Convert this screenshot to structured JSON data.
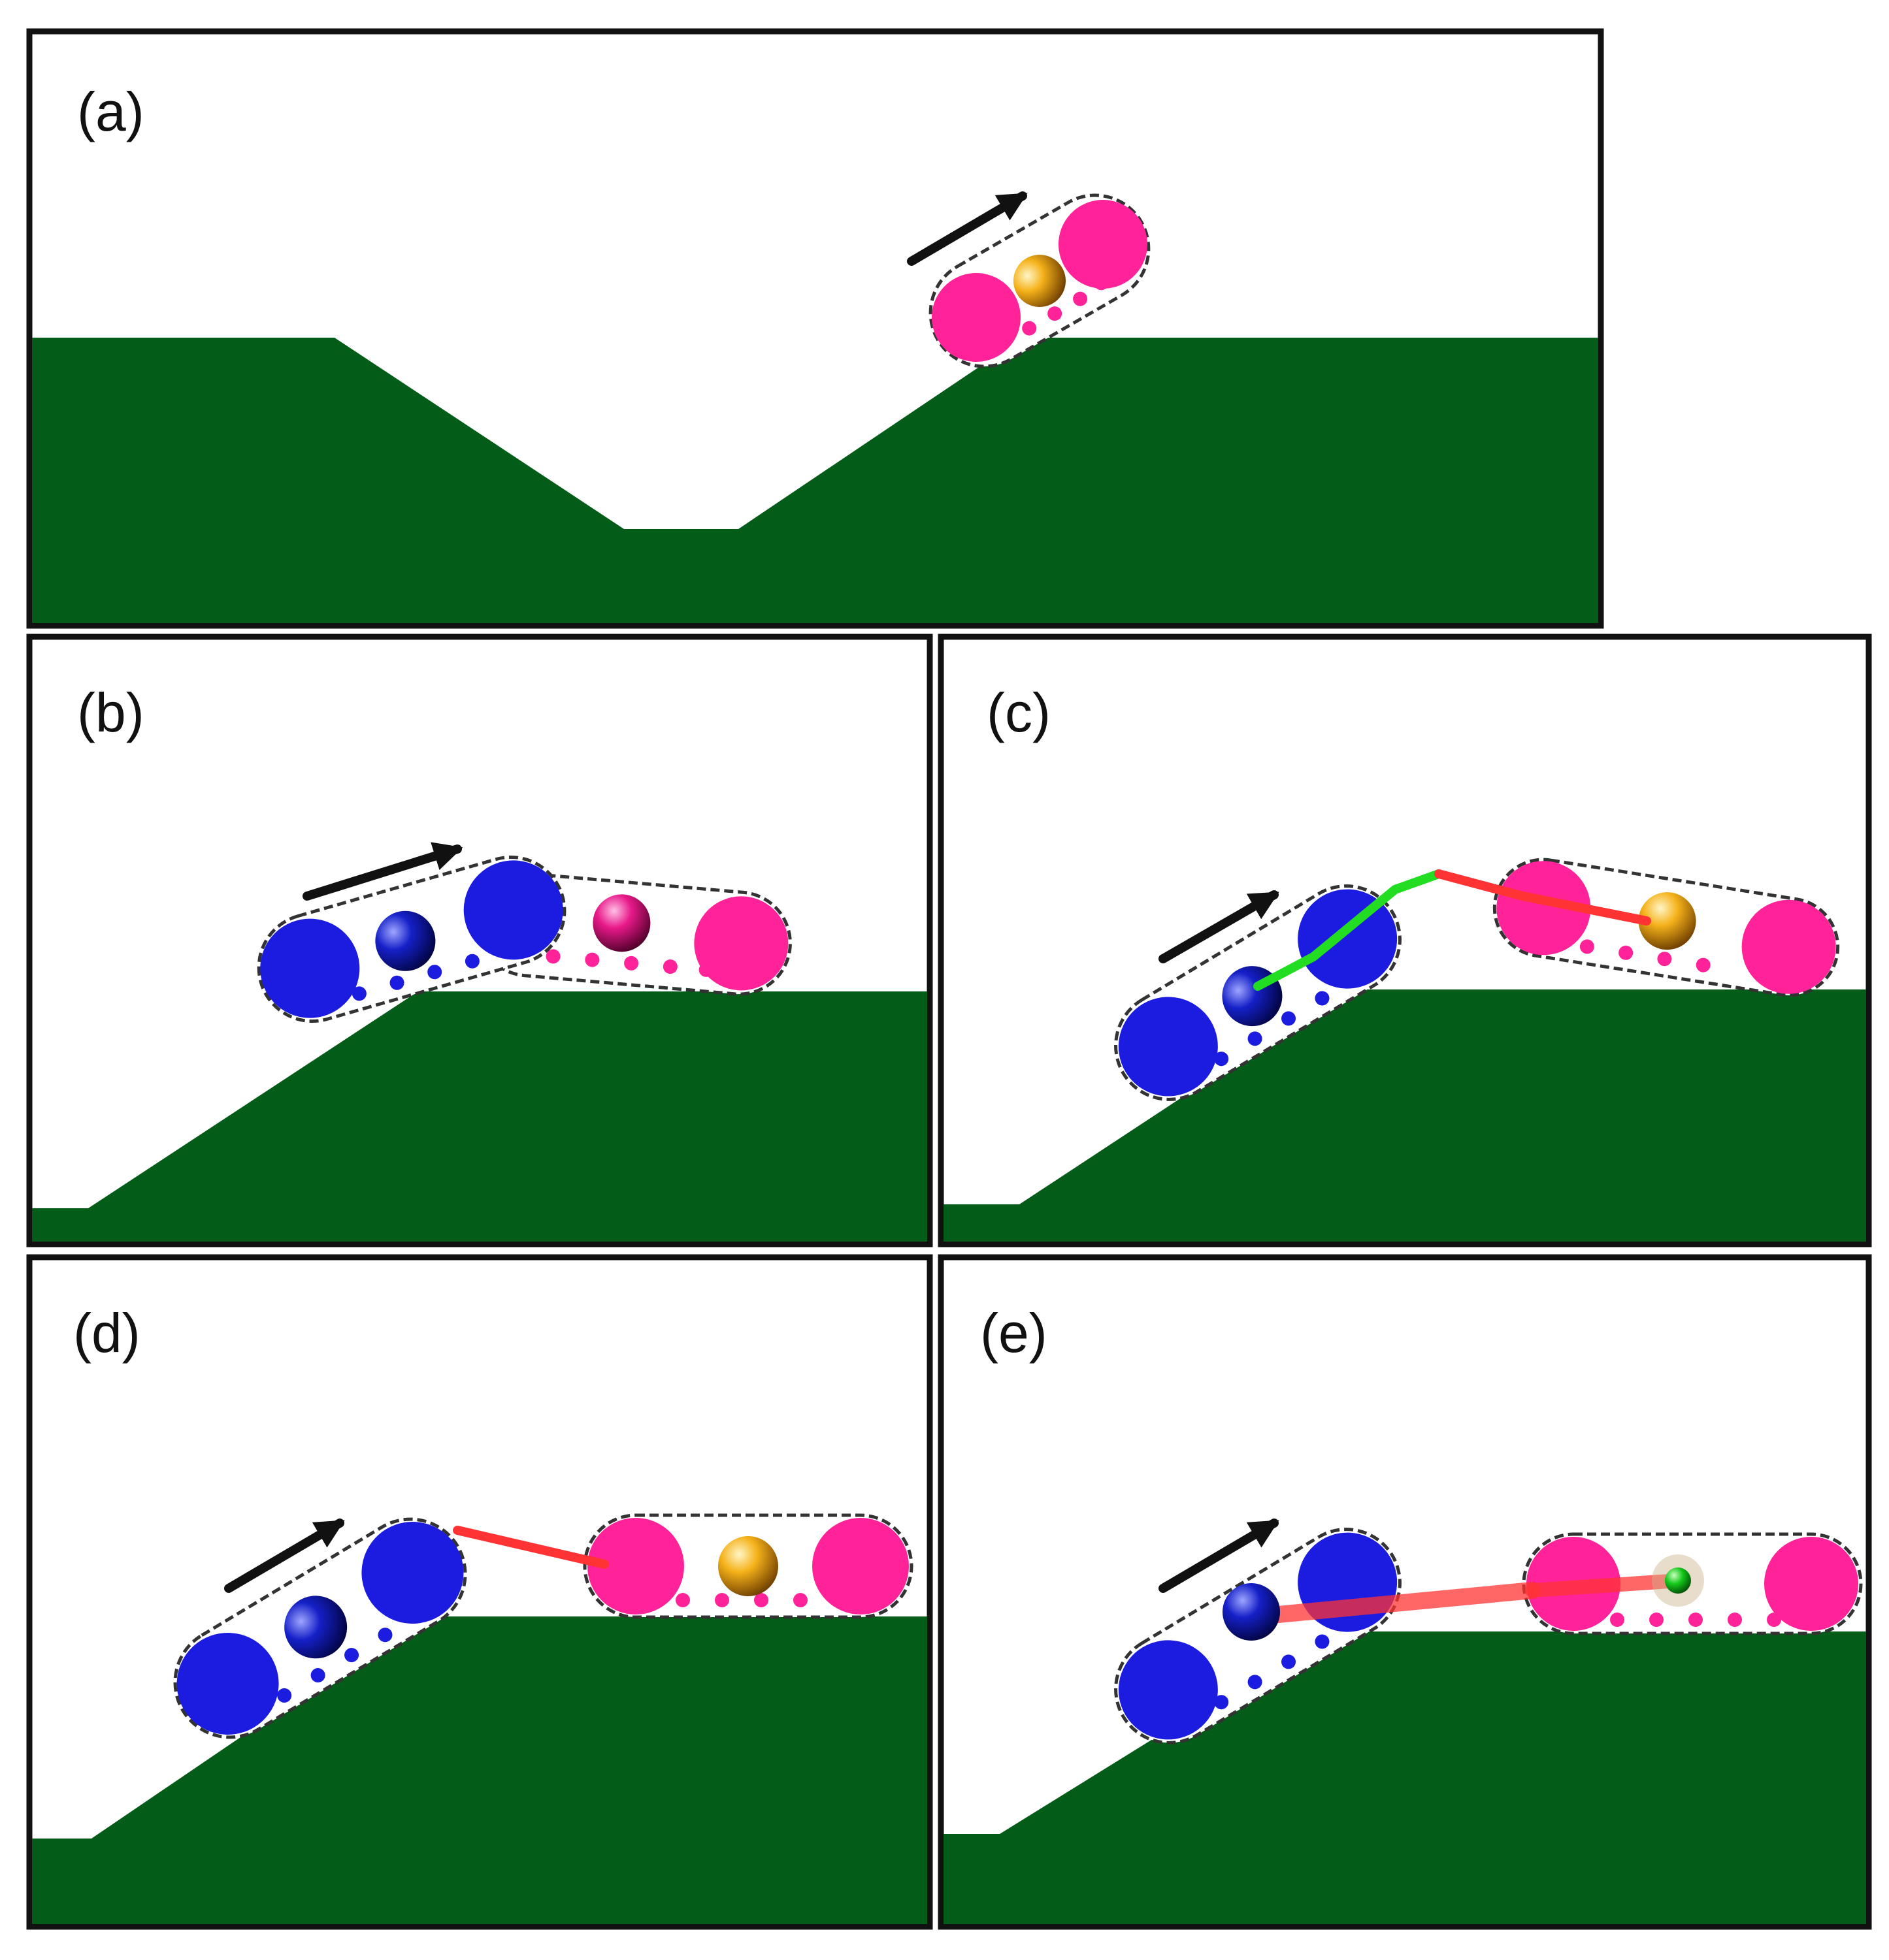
{
  "labels": {
    "a": "(a)",
    "b": "(b)",
    "c": "(c)",
    "d": "(d)",
    "e": "(e)"
  },
  "colors": {
    "ground": "#035c17",
    "frame": "#111111",
    "robot_pink": "#ff2299",
    "robot_blue": "#1c1ce0",
    "link_red": "#ff3333",
    "link_green": "#22dd22",
    "arrow": "#111111",
    "cog_orange": "#f0a000",
    "cog_magenta": "#e0107a",
    "cog_blue": "#1010b0",
    "cog_green": "#11bb11"
  }
}
